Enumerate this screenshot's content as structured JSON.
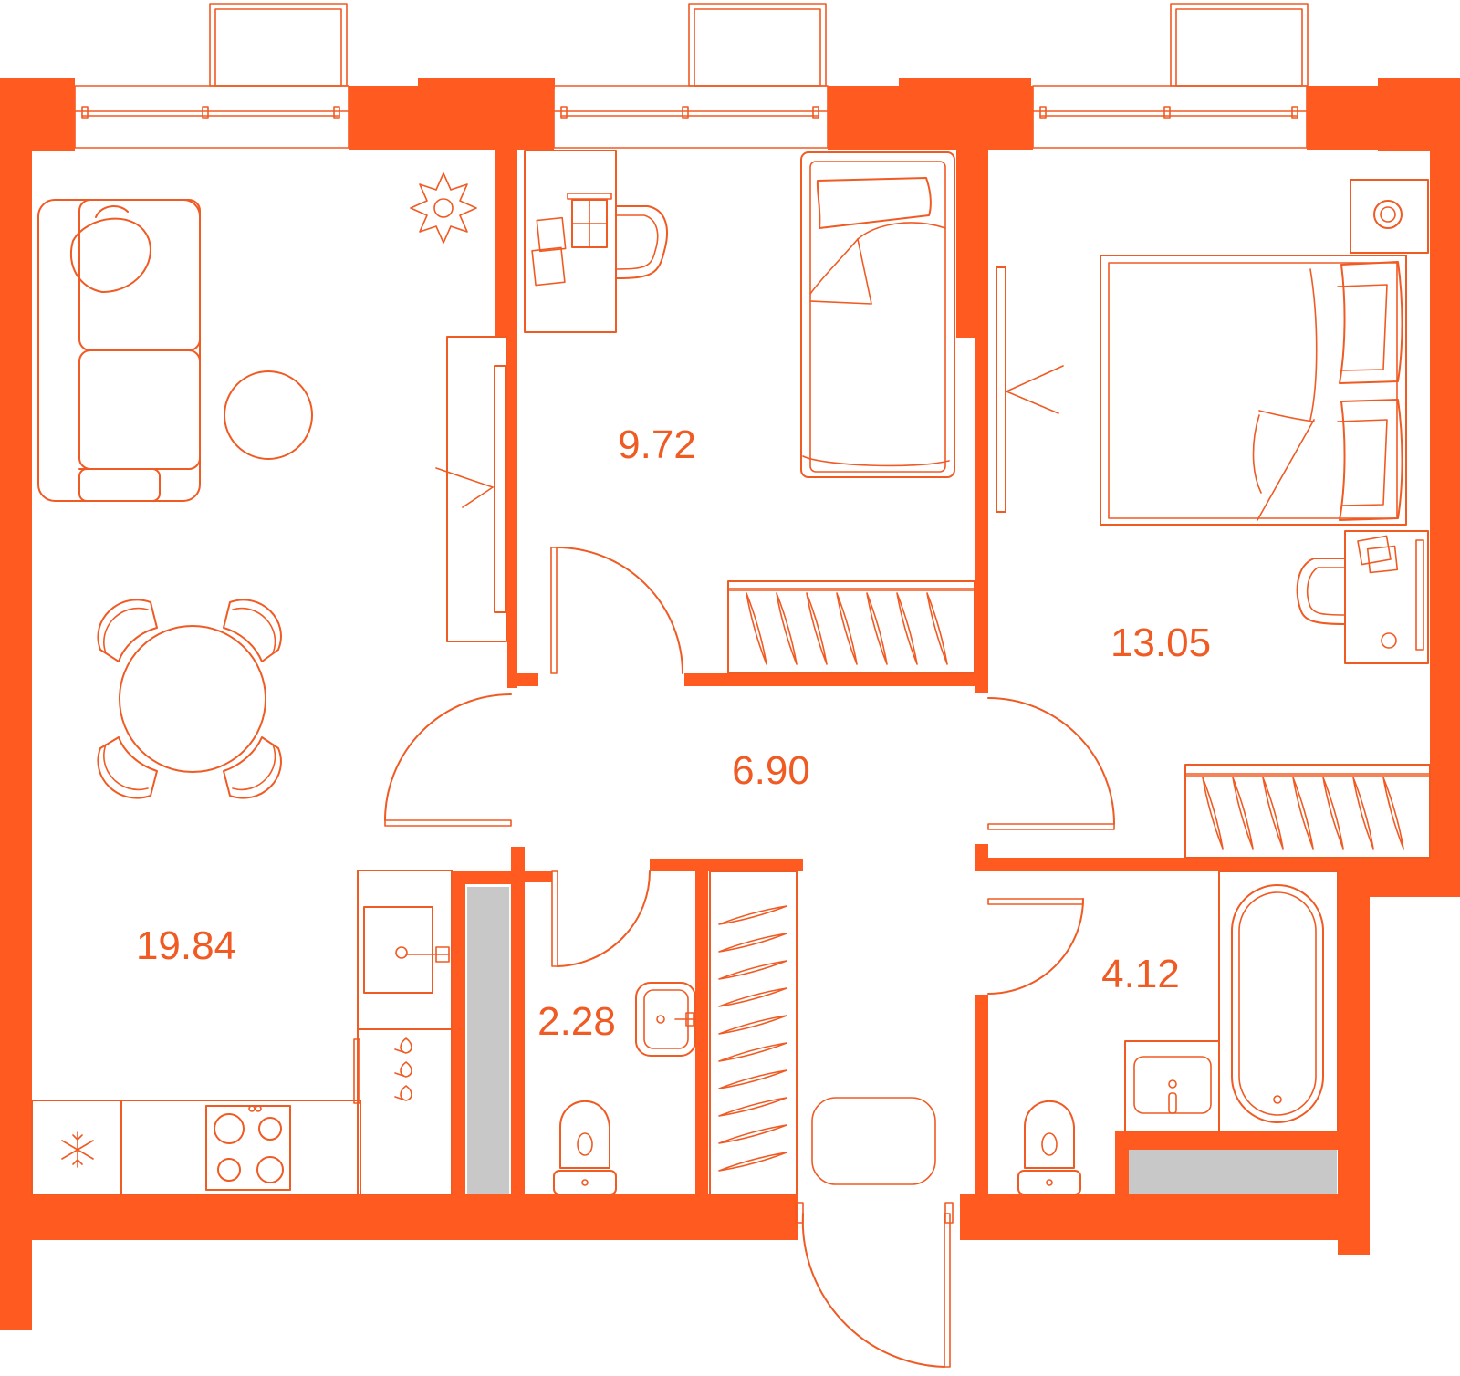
{
  "colors": {
    "wall": "#FF5A1F",
    "line": "#F05A23",
    "label": "#F05A23",
    "utility_grey": "#C8C8C8",
    "background": "#FFFFFF"
  },
  "rooms": [
    {
      "id": "living-kitchen",
      "area": "19.84"
    },
    {
      "id": "bedroom-small",
      "area": "9.72"
    },
    {
      "id": "bedroom-large",
      "area": "13.05"
    },
    {
      "id": "hallway",
      "area": "6.90"
    },
    {
      "id": "toilet",
      "area": "2.28"
    },
    {
      "id": "bathroom",
      "area": "4.12"
    }
  ]
}
